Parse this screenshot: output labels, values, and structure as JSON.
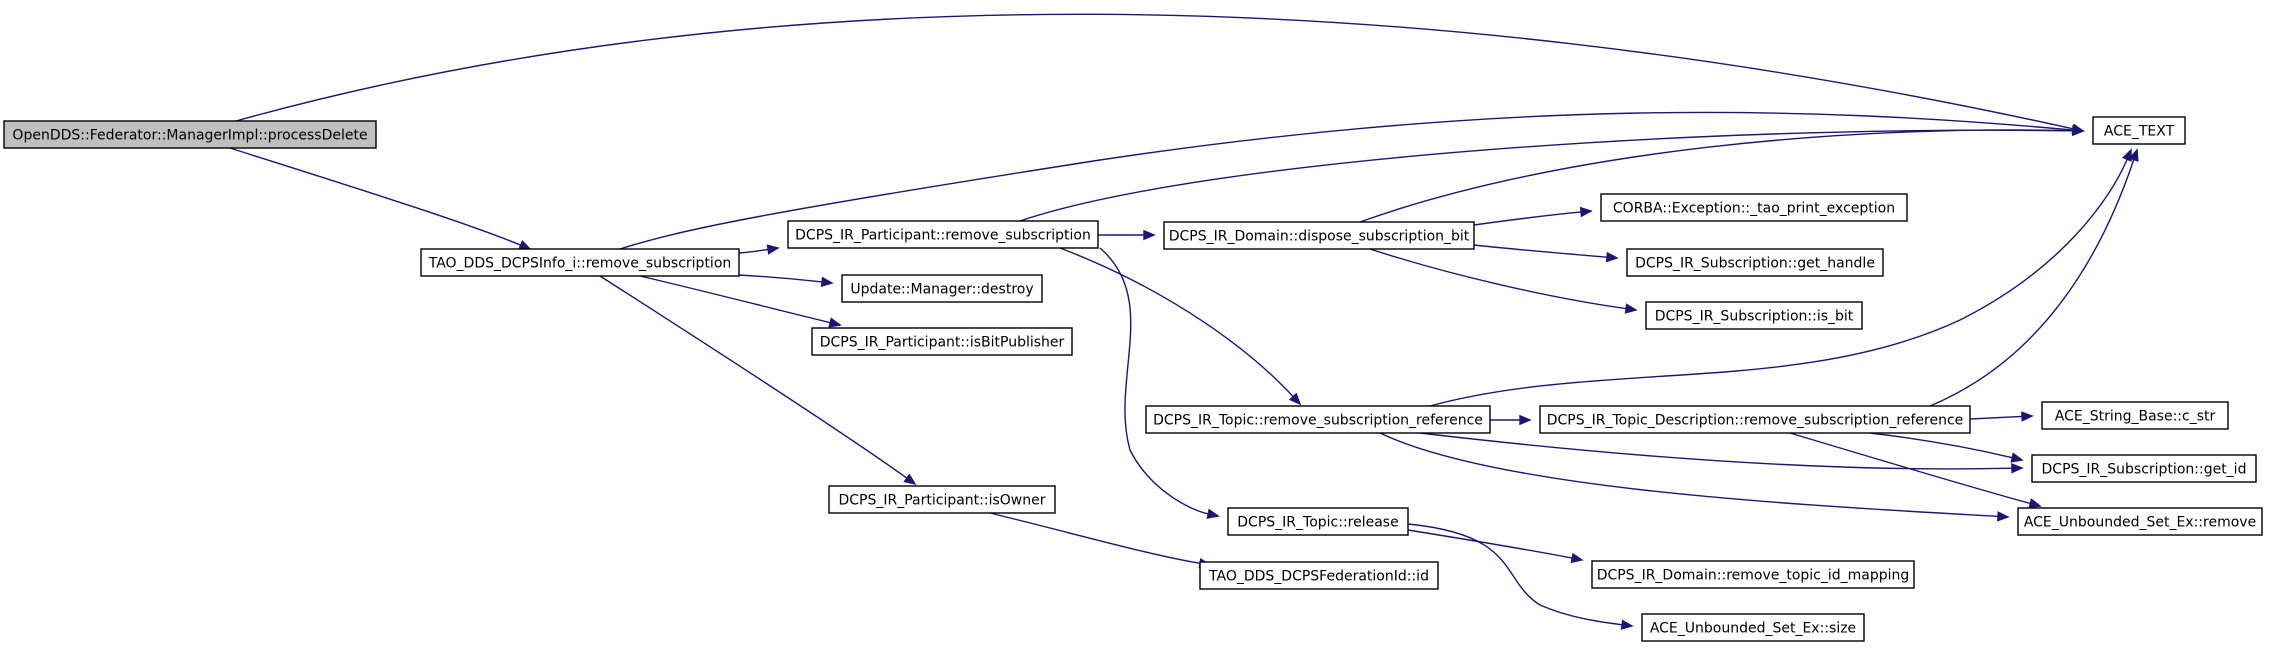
{
  "colors": {
    "edge": "#191970",
    "root_fill": "#bfbfbf",
    "node_fill": "#ffffff",
    "node_border": "#000000"
  },
  "nodes": [
    {
      "id": "processDelete",
      "label": "OpenDDS::Federator::ManagerImpl::processDelete",
      "root": true
    },
    {
      "id": "ace_text",
      "label": "ACE_TEXT"
    },
    {
      "id": "tao_remove_sub",
      "label": "TAO_DDS_DCPSInfo_i::remove_subscription"
    },
    {
      "id": "part_remove_sub",
      "label": "DCPS_IR_Participant::remove_subscription"
    },
    {
      "id": "update_destroy",
      "label": "Update::Manager::destroy"
    },
    {
      "id": "part_isbitpub",
      "label": "DCPS_IR_Participant::isBitPublisher"
    },
    {
      "id": "part_isowner",
      "label": "DCPS_IR_Participant::isOwner"
    },
    {
      "id": "fed_id",
      "label": "TAO_DDS_DCPSFederationId::id"
    },
    {
      "id": "domain_dispose",
      "label": "DCPS_IR_Domain::dispose_subscription_bit"
    },
    {
      "id": "corba_print",
      "label": "CORBA::Exception::_tao_print_exception"
    },
    {
      "id": "sub_get_handle",
      "label": "DCPS_IR_Subscription::get_handle"
    },
    {
      "id": "sub_is_bit",
      "label": "DCPS_IR_Subscription::is_bit"
    },
    {
      "id": "topic_remove_ref",
      "label": "DCPS_IR_Topic::remove_subscription_reference"
    },
    {
      "id": "topicdesc_remove_ref",
      "label": "DCPS_IR_Topic_Description::remove_subscription_reference"
    },
    {
      "id": "ace_cstr",
      "label": "ACE_String_Base::c_str"
    },
    {
      "id": "sub_get_id",
      "label": "DCPS_IR_Subscription::get_id"
    },
    {
      "id": "set_remove",
      "label": "ACE_Unbounded_Set_Ex::remove"
    },
    {
      "id": "topic_release",
      "label": "DCPS_IR_Topic::release"
    },
    {
      "id": "domain_remove_topic",
      "label": "DCPS_IR_Domain::remove_topic_id_mapping"
    },
    {
      "id": "set_size",
      "label": "ACE_Unbounded_Set_Ex::size"
    }
  ],
  "edges": [
    {
      "from": "processDelete",
      "to": "ace_text"
    },
    {
      "from": "processDelete",
      "to": "tao_remove_sub"
    },
    {
      "from": "tao_remove_sub",
      "to": "ace_text"
    },
    {
      "from": "tao_remove_sub",
      "to": "part_remove_sub"
    },
    {
      "from": "tao_remove_sub",
      "to": "update_destroy"
    },
    {
      "from": "tao_remove_sub",
      "to": "part_isbitpub"
    },
    {
      "from": "tao_remove_sub",
      "to": "part_isowner"
    },
    {
      "from": "part_remove_sub",
      "to": "ace_text"
    },
    {
      "from": "part_remove_sub",
      "to": "domain_dispose"
    },
    {
      "from": "part_remove_sub",
      "to": "topic_remove_ref"
    },
    {
      "from": "part_remove_sub",
      "to": "topic_release"
    },
    {
      "from": "domain_dispose",
      "to": "ace_text"
    },
    {
      "from": "domain_dispose",
      "to": "corba_print"
    },
    {
      "from": "domain_dispose",
      "to": "sub_get_handle"
    },
    {
      "from": "domain_dispose",
      "to": "sub_is_bit"
    },
    {
      "from": "topic_remove_ref",
      "to": "ace_text"
    },
    {
      "from": "topic_remove_ref",
      "to": "topicdesc_remove_ref"
    },
    {
      "from": "topic_remove_ref",
      "to": "sub_get_id"
    },
    {
      "from": "topic_remove_ref",
      "to": "set_remove"
    },
    {
      "from": "topicdesc_remove_ref",
      "to": "ace_text"
    },
    {
      "from": "topicdesc_remove_ref",
      "to": "ace_cstr"
    },
    {
      "from": "topicdesc_remove_ref",
      "to": "sub_get_id"
    },
    {
      "from": "topicdesc_remove_ref",
      "to": "set_remove"
    },
    {
      "from": "topic_release",
      "to": "domain_remove_topic"
    },
    {
      "from": "topic_release",
      "to": "set_size"
    },
    {
      "from": "part_isowner",
      "to": "fed_id"
    }
  ]
}
